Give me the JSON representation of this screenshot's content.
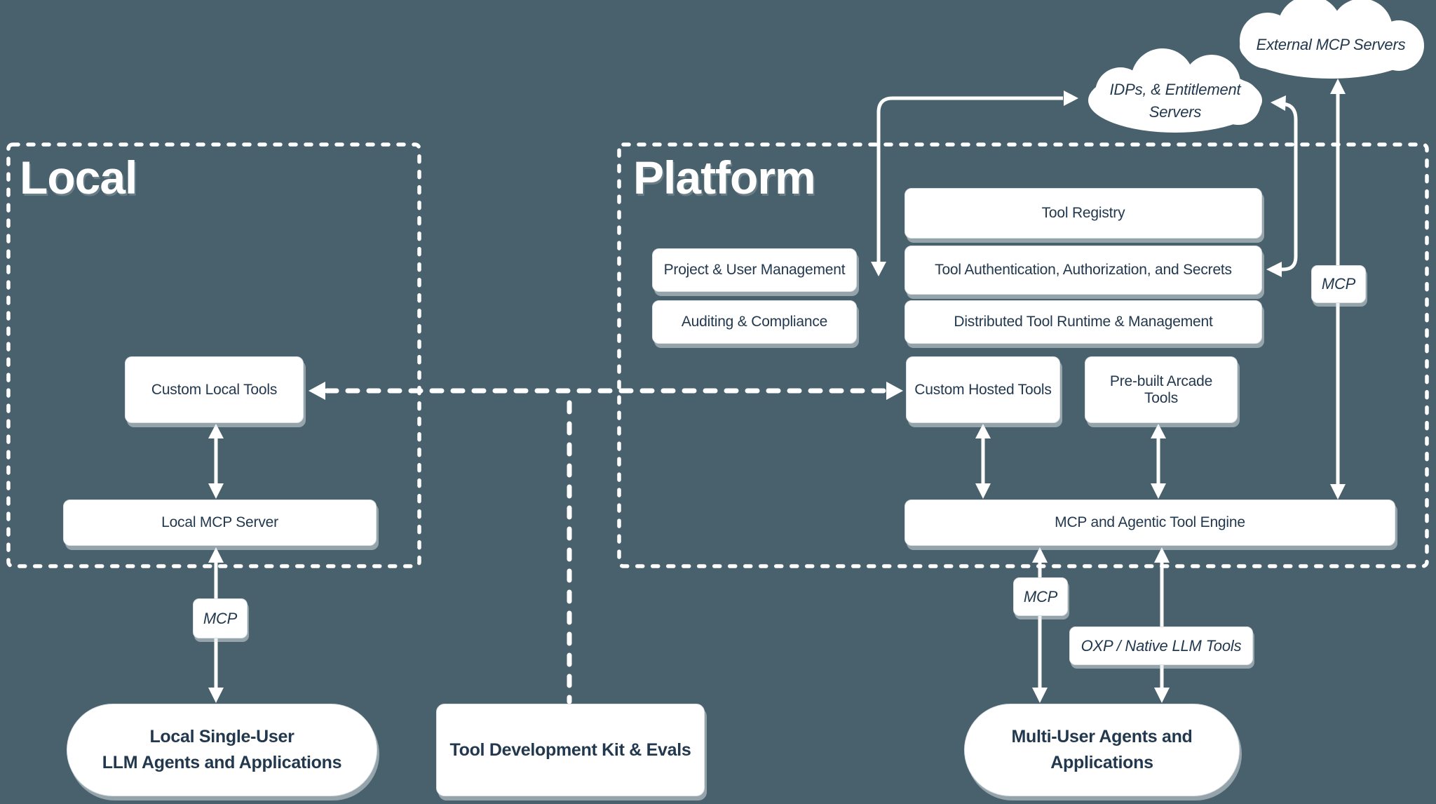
{
  "colors": {
    "background": "#48616d",
    "ink": "#22384e",
    "node_fill": "#ffffff",
    "line": "#ffffff"
  },
  "sections": {
    "local": {
      "title": "Local"
    },
    "platform": {
      "title": "Platform"
    }
  },
  "clouds": {
    "external": {
      "label": "External MCP Servers"
    },
    "idps": {
      "line1": "IDPs, & Entitlement",
      "line2": "Servers"
    }
  },
  "nodes": {
    "custom_local_tools": "Custom Local Tools",
    "local_mcp_server": "Local MCP Server",
    "local_agents_line1": "Local Single-User",
    "local_agents_line2": "LLM Agents and Applications",
    "tdk": "Tool Development Kit & Evals",
    "project_user": "Project & User Management",
    "auditing": "Auditing & Compliance",
    "tool_registry": "Tool Registry",
    "tool_auth": "Tool Authentication, Authorization, and Secrets",
    "dist_runtime": "Distributed Tool Runtime & Management",
    "custom_hosted": "Custom Hosted Tools",
    "prebuilt": "Pre-built Arcade Tools",
    "engine": "MCP and Agentic Tool Engine",
    "multi_agents_line1": "Multi-User Agents and",
    "multi_agents_line2": "Applications"
  },
  "edge_labels": {
    "mcp_local": "MCP",
    "mcp_external": "MCP",
    "mcp_engine": "MCP",
    "oxp": "OXP / Native LLM Tools"
  }
}
